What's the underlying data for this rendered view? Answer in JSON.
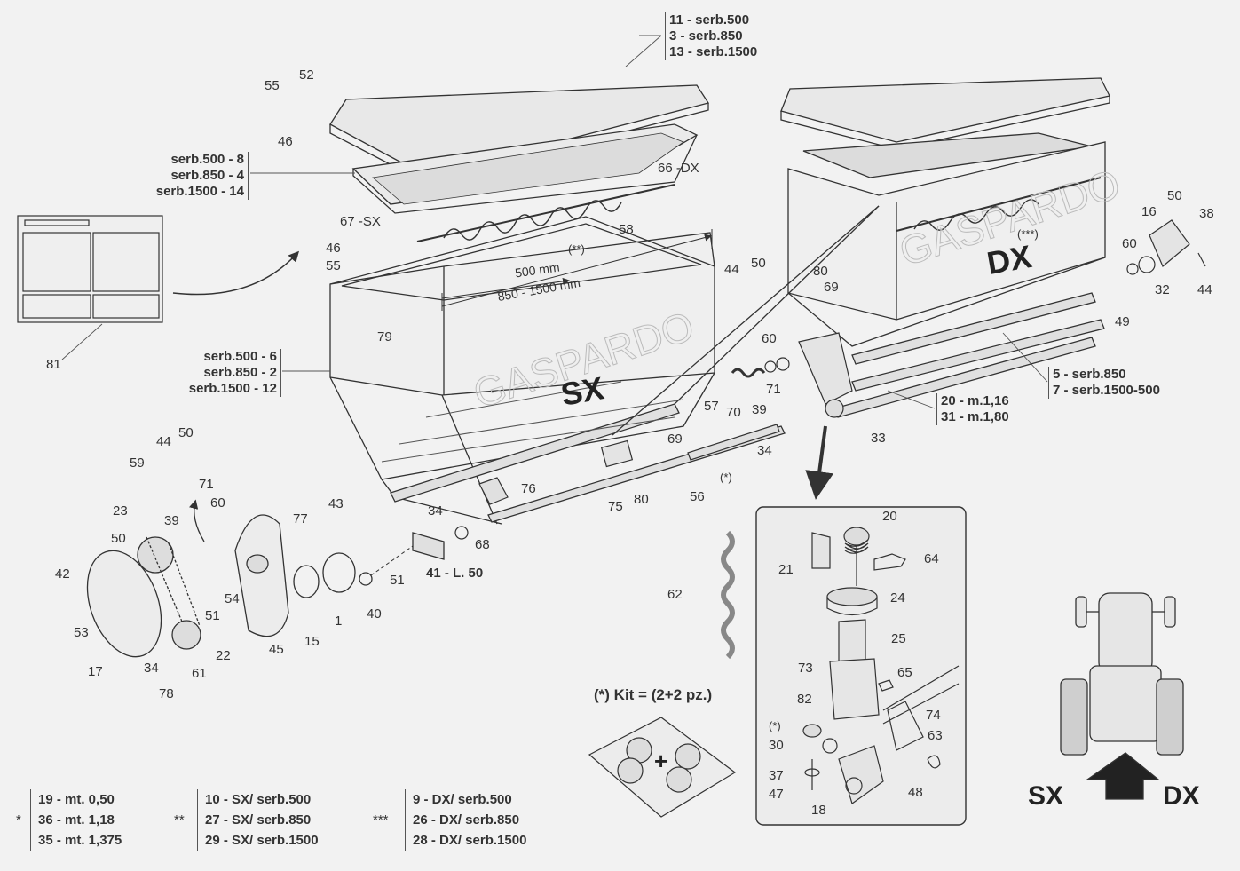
{
  "tag_lid_left": [
    "11 - serb.500",
    "3  - serb.850",
    "13 - serb.1500"
  ],
  "tag_screen_left": [
    "serb.500 -  8",
    "serb.850 -  4",
    "serb.1500 - 14"
  ],
  "tag_body_left": [
    "serb.500 -  6",
    "serb.850 -  2",
    "serb.1500 - 12"
  ],
  "tag_rail_right": [
    "5 - serb.850",
    "7 - serb.1500-500"
  ],
  "tag_bar_right": [
    "20 - m.1,16",
    "31 - m.1,80"
  ],
  "text_sx": "SX",
  "text_dx": "DX",
  "dim_500": "500 mm",
  "dim_850_1500": "850 - 1500 mm",
  "auger_66": "66 -DX",
  "auger_67": "67 -SX",
  "star2": "(**)",
  "star3": "(***)",
  "star1": "(*)",
  "label_41": "41 - L. 50",
  "kit_title": "(*) Kit = (2+2 pz.)",
  "kit_plus": "+",
  "tractor_sx": "SX",
  "tractor_dx": "DX",
  "legend_1": {
    "marker": "*",
    "rows": [
      "19 - mt. 0,50",
      "36 - mt. 1,18",
      "35 - mt. 1,375"
    ]
  },
  "legend_2": {
    "marker": "**",
    "rows": [
      "10 - SX/ serb.500",
      "27 - SX/ serb.850",
      "29 - SX/ serb.1500"
    ]
  },
  "legend_3": {
    "marker": "***",
    "rows": [
      "9 - DX/ serb.500",
      "26 - DX/ serb.850",
      "28 - DX/ serb.1500"
    ]
  },
  "part_numbers": [
    "55",
    "52",
    "46",
    "58",
    "46",
    "55",
    "81",
    "79",
    "44",
    "50",
    "80",
    "69",
    "60",
    "71",
    "39",
    "70",
    "57",
    "33",
    "34",
    "69",
    "80",
    "75",
    "76",
    "56",
    "68",
    "34",
    "44",
    "50",
    "59",
    "71",
    "23",
    "39",
    "60",
    "77",
    "43",
    "50",
    "42",
    "53",
    "17",
    "34",
    "78",
    "61",
    "22",
    "51",
    "54",
    "45",
    "15",
    "1",
    "40",
    "51",
    "62",
    "20",
    "64",
    "21",
    "24",
    "25",
    "73",
    "65",
    "82",
    "74",
    "63",
    "30",
    "37",
    "47",
    "18",
    "48",
    "16",
    "50",
    "38",
    "60",
    "32",
    "44",
    "49"
  ],
  "colors": {
    "bg": "#f2f2f2",
    "line": "#333333",
    "panel": "#e8e8e8",
    "box": "#e6e6e6"
  }
}
